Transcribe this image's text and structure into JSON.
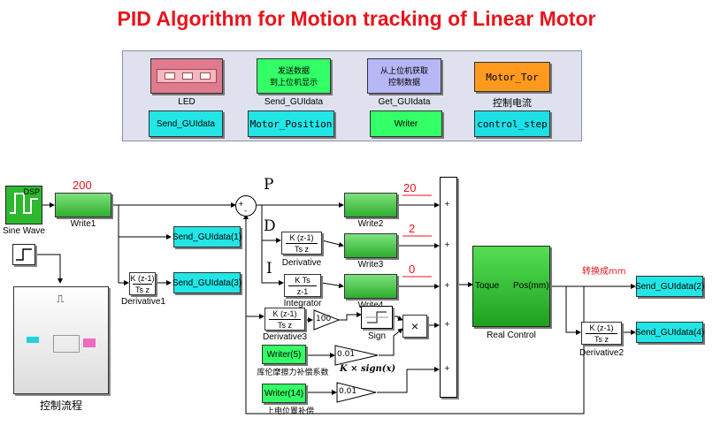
{
  "title": "PID Algorithm for Motion tracking of Linear Motor",
  "panel": {
    "led": "LED",
    "send_disp_text": "发送数据\n到上位机显示",
    "send_disp_label": "Send_GUIdata",
    "get_text": "从上位机获取\n控制数据",
    "get_label": "Get_GUIdata",
    "motor_tor": "Motor_Tor",
    "motor_tor_label": "控制电流",
    "send_gui": "Send_GUIdata",
    "motor_position": "Motor_Position",
    "writer": "Writer",
    "control_step": "control_step"
  },
  "diagram": {
    "dsp_text": "DSP",
    "sine_wave": "Sine Wave",
    "write1": "Write1",
    "write1_value": "200",
    "sum_plus": "+",
    "sum_minus": "-",
    "p_label": "P",
    "d_label": "D",
    "i_label": "I",
    "write2": "Write2",
    "write2_value": "20",
    "write3": "Write3",
    "write3_value": "2",
    "write4": "Write4",
    "write4_value": "0",
    "tf_num": "K (z-1)",
    "tf_den": "Ts z",
    "derivative": "Derivative",
    "derivative1": "Derivative1",
    "derivative2": "Derivative2",
    "derivative3": "Derivative3",
    "int_num": "K Ts",
    "int_den": "z-1",
    "integrator": "Integrator",
    "send1": "Send_GUIdata(1)",
    "send3": "Send_GUIdata(3)",
    "send2": "Send_GUIdata(2)",
    "send4": "Send_GUIdata(4)",
    "gain100": "100",
    "sign": "Sign",
    "product": "×",
    "writer5": "Writer(5)",
    "gain001a": "0.01",
    "coulomb": "库伦摩擦力补偿系数",
    "formula": "K × sign(x)",
    "writer14": "Writer(14)",
    "gain001b": "0.01",
    "poweron": "上电位置补偿",
    "flow_label": "控制流程",
    "pulse_glyph": "⎍",
    "toque": "Toque",
    "pos": "Pos(mm)",
    "real_control": "Real Control",
    "convert": "转换成mm",
    "mux_plus": "+"
  }
}
